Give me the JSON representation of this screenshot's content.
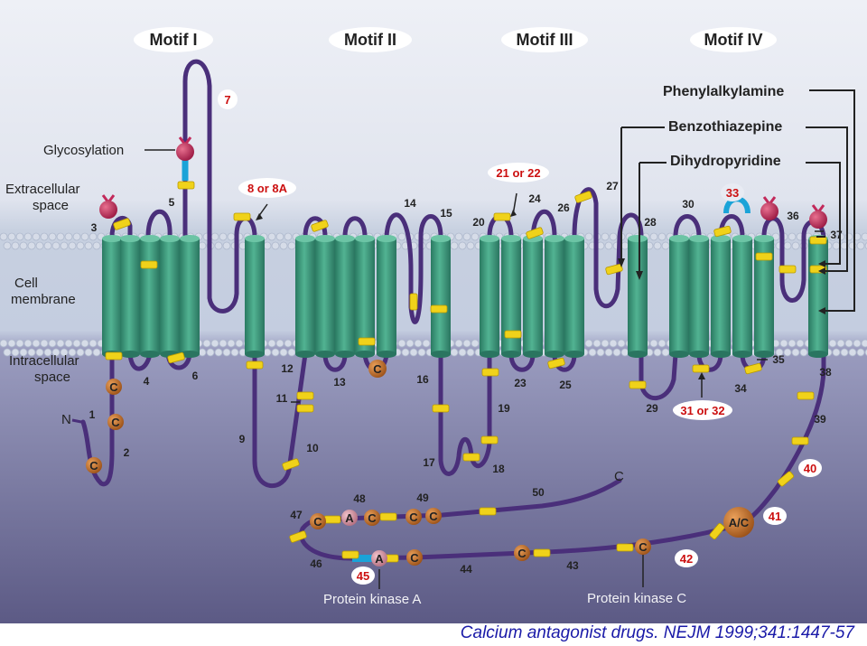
{
  "motifs": [
    "Motif I",
    "Motif II",
    "Motif III",
    "Motif IV"
  ],
  "region_labels": {
    "extracellular_line1": "Extracellular",
    "extracellular_line2": "space",
    "membrane_line1": "Cell",
    "membrane_line2": "membrane",
    "intracellular_line1": "Intracellular",
    "intracellular_line2": "space",
    "glycosylation": "Glycosylation"
  },
  "drug_labels": {
    "phenylalkylamine": "Phenylalkylamine",
    "benzothiazepine": "Benzothiazepine",
    "dihydropyridine": "Dihydropyridine"
  },
  "kinase_labels": {
    "pka": "Protein kinase A",
    "pkc": "Protein kinase C"
  },
  "terminals": {
    "n": "N",
    "c": "C"
  },
  "site_numbers": {
    "n1": "1",
    "n2": "2",
    "n3": "3",
    "n4": "4",
    "n5": "5",
    "n6": "6",
    "n9": "9",
    "n10": "10",
    "n11": "11",
    "n12": "12",
    "n13": "13",
    "n14": "14",
    "n15": "15",
    "n16": "16",
    "n17": "17",
    "n18": "18",
    "n19": "19",
    "n20": "20",
    "n23": "23",
    "n24": "24",
    "n25": "25",
    "n26": "26",
    "n27": "27",
    "n28": "28",
    "n29": "29",
    "n30": "30",
    "n34": "34",
    "n35": "35",
    "n36": "36",
    "n37": "37",
    "n38": "38",
    "n39": "39",
    "n43": "43",
    "n44": "44",
    "n46": "46",
    "n47": "47",
    "n48": "48",
    "n49": "49",
    "n50": "50"
  },
  "red_labels": {
    "r7": "7",
    "r8": "8 or 8A",
    "r21": "21 or 22",
    "r31": "31 or 32",
    "r33": "33",
    "r40": "40",
    "r41": "41",
    "r42": "42",
    "r45": "45"
  },
  "bead_letters": {
    "c": "C",
    "a": "A",
    "ac": "A/C"
  },
  "caption": "Calcium antagonist drugs. NEJM  1999;341:1447-57",
  "colors": {
    "extracellular": "#e8ebf3",
    "membrane": "#c9d2e2",
    "intracellular": "#6e6c93",
    "helix": "#3f9f83",
    "helix_dark": "#2a7860",
    "chain": "#4a2f7a",
    "site_marker": "#f0d21a",
    "bead_c": "#c9762b",
    "bead_a": "#d79aa6",
    "glycosylation": "#c2295a",
    "label_red": "#cc1010",
    "caption": "#1a1aa8"
  }
}
